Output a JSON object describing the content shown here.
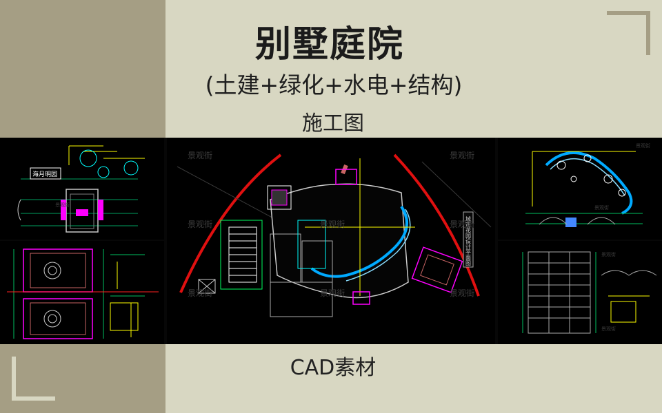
{
  "header": {
    "title": "别墅庭院",
    "subtitle": "(土建+绿化+水电+结构)",
    "tag": "施工图"
  },
  "footer": {
    "label": "CAD素材"
  },
  "drawings": {
    "watermark": "景观街",
    "left_top_sign": "海月明园",
    "vertical_note": "城市花园设计平面图"
  },
  "colors": {
    "background": "#d8d7c2",
    "left_band": "#a59e84",
    "corner_marks": "#a59e84",
    "cad_background": "#000000"
  },
  "icons": [
    "corner-bracket-icon"
  ]
}
